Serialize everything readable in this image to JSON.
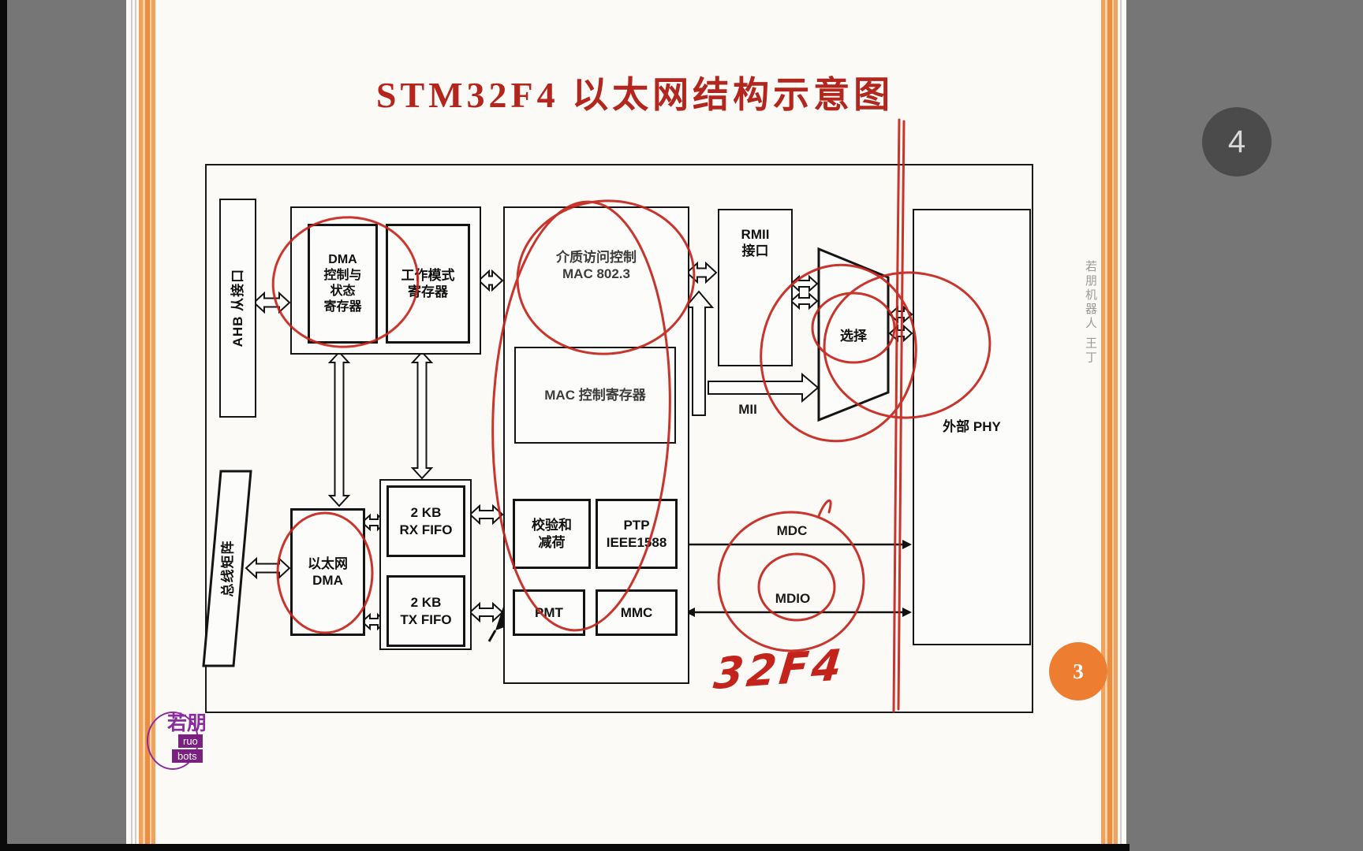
{
  "page": {
    "nav_badge": "4",
    "slide_number": "3",
    "watermark": "若朋机器人 王丁",
    "logo": {
      "name_cn": "若朋",
      "sub1": "ruo",
      "sub2": "bots"
    }
  },
  "slide": {
    "title": "STM32F4 以太网结构示意图",
    "title_color": "#b3261e"
  },
  "diagram": {
    "blocks": {
      "ahb": "AHB 从接口",
      "bus_matrix": "总线矩阵",
      "dma_ctrl": "DMA\n控制与\n状态\n寄存器",
      "work_mode": "工作模式\n寄存器",
      "mac": "介质访问控制\nMAC 802.3",
      "mac_ctrl": "MAC 控制寄存器",
      "rmii": "RMII\n接口",
      "select": "选择",
      "phy": "外部 PHY",
      "eth_dma": "以太网\nDMA",
      "rx_fifo": "2 KB\nRX FIFO",
      "tx_fifo": "2 KB\nTX FIFO",
      "checksum": "校验和\n减荷",
      "ptp": "PTP\nIEEE1588",
      "pmt": "PMT",
      "mmc": "MMC"
    },
    "labels": {
      "mii": "MII",
      "mdc": "MDC",
      "mdio": "MDIO"
    },
    "handwriting": "32F4",
    "annotation_color": "#c4231b"
  },
  "colors": {
    "background_gray": "#767676",
    "stripe_orange": "#efa35f",
    "badge_orange": "#ed7d31",
    "logo_purple": "#7a2080",
    "nav_gray": "#4b4b4b",
    "title_red": "#b3261e"
  }
}
